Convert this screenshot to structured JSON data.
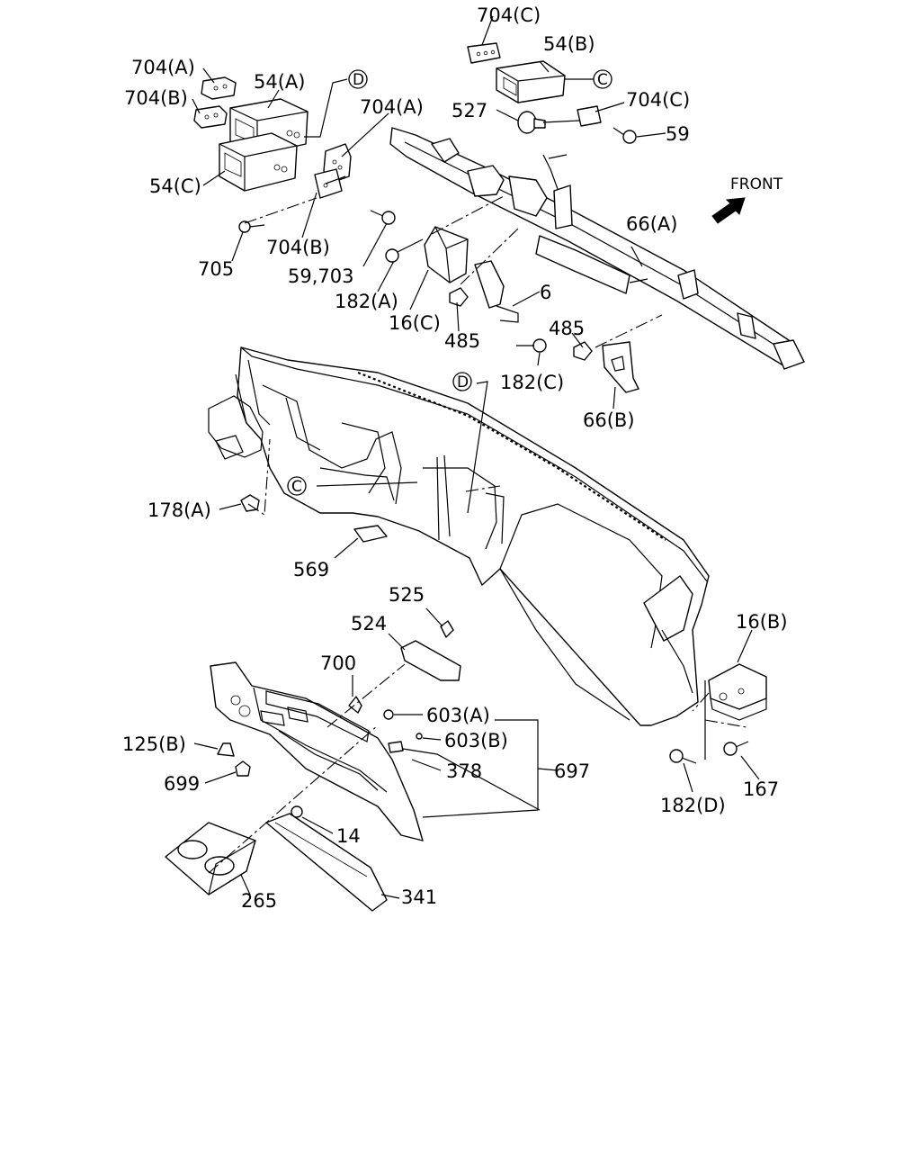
{
  "labels": {
    "p704c_top": "704(C)",
    "p54b": "54(B)",
    "p704a_left": "704(A)",
    "p704b_left": "704(B)",
    "p54a": "54(A)",
    "p704a_mid": "704(A)",
    "p527": "527",
    "p704c_right": "704(C)",
    "p59": "59",
    "p54c": "54(C)",
    "front": "FRONT",
    "p66a": "66(A)",
    "p704b_mid": "704(B)",
    "p705": "705",
    "p59_703": "59,703",
    "p182a": "182(A)",
    "p6": "6",
    "p16c": "16(C)",
    "p485_left": "485",
    "p485_right": "485",
    "p182c": "182(C)",
    "p66b": "66(B)",
    "p178a": "178(A)",
    "p569": "569",
    "p525": "525",
    "p524": "524",
    "p16b": "16(B)",
    "p700": "700",
    "p603a": "603(A)",
    "p125b": "125(B)",
    "p603b": "603(B)",
    "p378": "378",
    "p697": "697",
    "p699": "699",
    "p14": "14",
    "p182d": "182(D)",
    "p167": "167",
    "p265": "265",
    "p341": "341"
  },
  "callouts": {
    "c_top": "C",
    "d_top": "D",
    "d_dash": "D",
    "c_dash": "C"
  },
  "icons": {
    "front_arrow": "front-arrow-icon"
  }
}
